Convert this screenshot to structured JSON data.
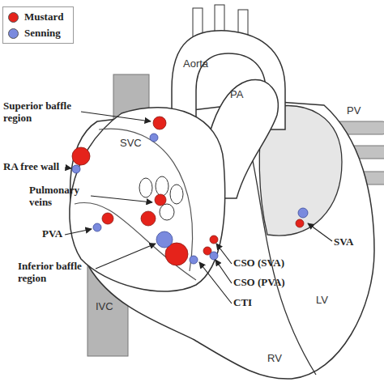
{
  "diagram": {
    "labels": [
      "Aorta",
      "PA",
      "PV",
      "SVC",
      "IVC",
      "LV",
      "RV",
      "Superior baffle region",
      "RA free wall",
      "Pulmonary veins",
      "PVA",
      "Inferior baffle region",
      "SVA",
      "CSO (SVA)",
      "CSO (PVA)",
      "CTI"
    ],
    "legend": [
      {
        "text": "Mustard",
        "color": "#e5231b"
      },
      {
        "text": "Senning",
        "color": "#7a8ade"
      }
    ]
  }
}
